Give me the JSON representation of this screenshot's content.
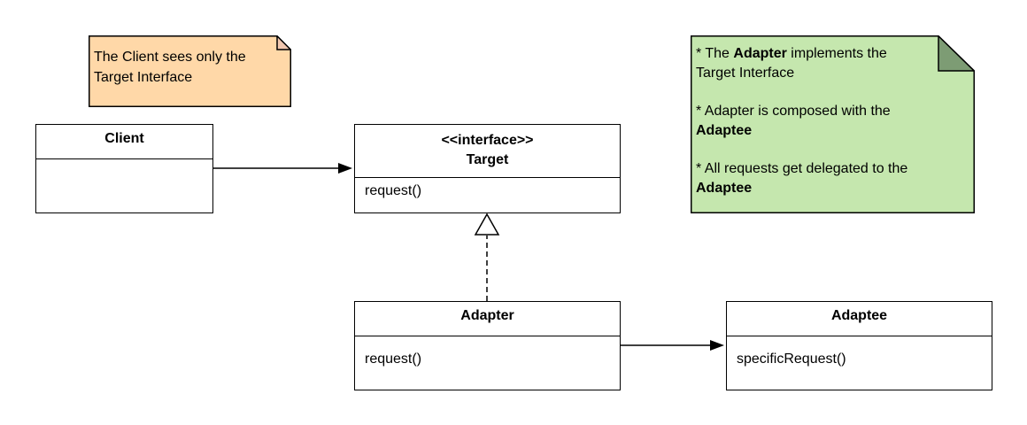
{
  "notes": {
    "client": {
      "line1": "The Client sees only the",
      "line2": "Target Interface",
      "fill": "#FFD8A8",
      "fold": "#F2C8B0"
    },
    "adapter": {
      "b1_pre": "* The ",
      "b1_bold": "Adapter",
      "b1_post": " implements the",
      "b1_line2": "Target Interface",
      "b2_line1": "* Adapter is composed with the",
      "b2_bold": "Adaptee",
      "b3_line1": "* All requests get delegated to the",
      "b3_bold": "Adaptee",
      "fill": "#C5E7AE",
      "fold": "#7D9C74"
    }
  },
  "classes": {
    "client": {
      "name": "Client"
    },
    "target": {
      "stereotype": "<<interface>>",
      "name": "Target",
      "method": "request()"
    },
    "adapter": {
      "name": "Adapter",
      "method": "request()"
    },
    "adaptee": {
      "name": "Adaptee",
      "method": "specificRequest()"
    }
  },
  "relations": [
    {
      "from": "Client",
      "to": "Target",
      "kind": "association"
    },
    {
      "from": "Adapter",
      "to": "Target",
      "kind": "realization"
    },
    {
      "from": "Adapter",
      "to": "Adaptee",
      "kind": "association"
    }
  ]
}
